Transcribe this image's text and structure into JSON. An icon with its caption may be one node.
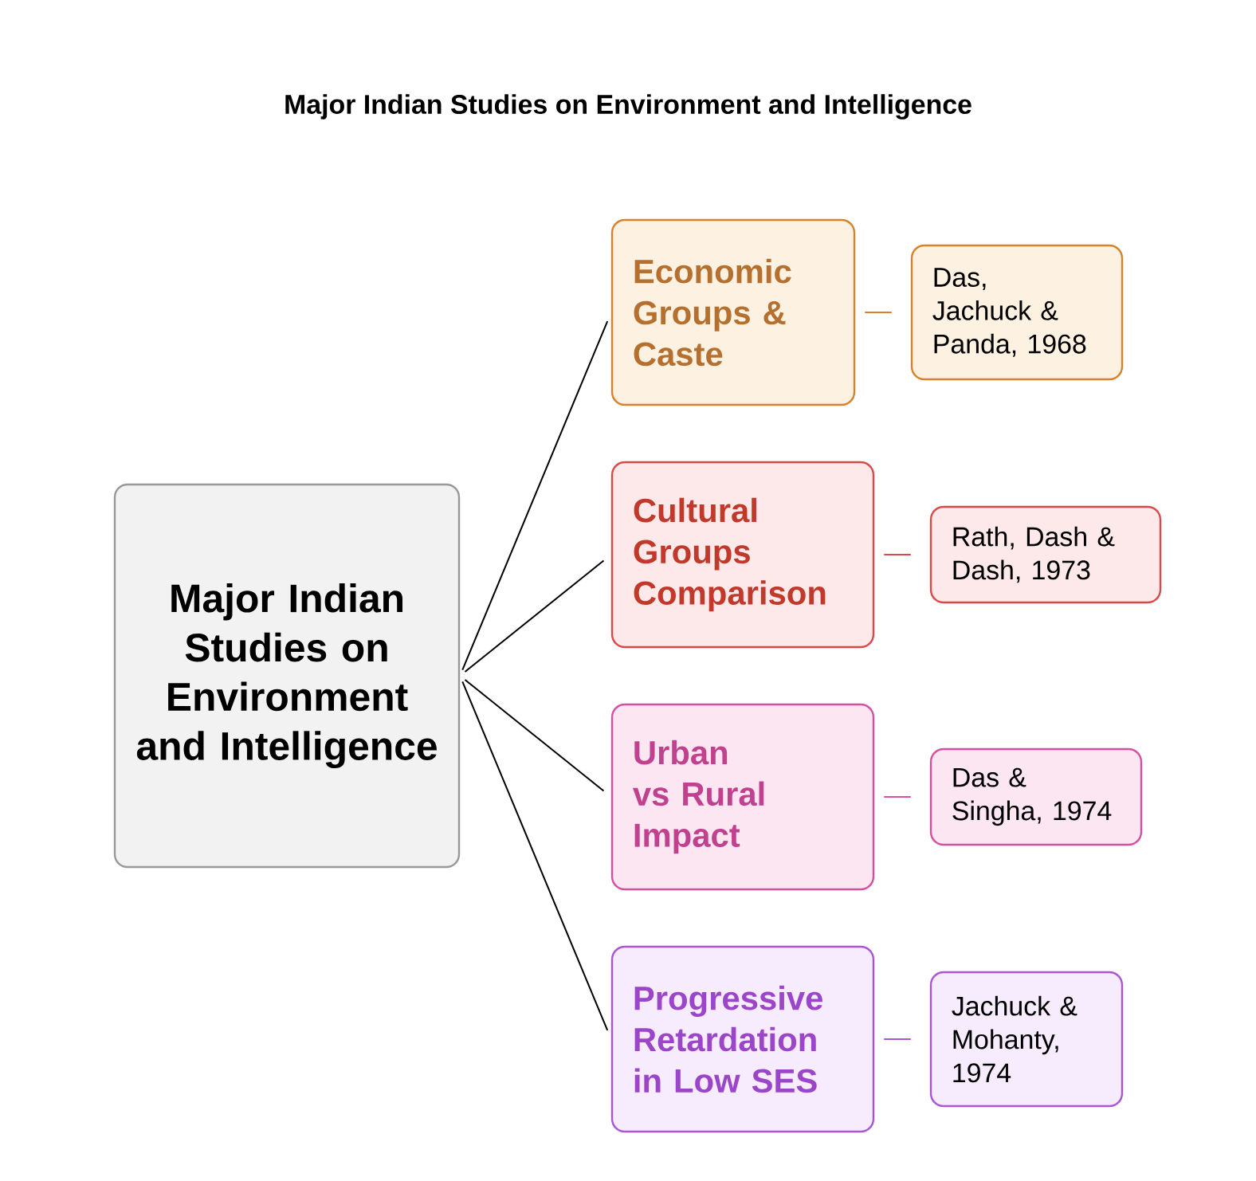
{
  "diagram": {
    "title": "Major Indian Studies on Environment and Intelligence",
    "nodes": [
      {
        "text": [
          "Major Indian Studies on Environment and Intelligence"
        ]
      },
      {
        "text": [
          "Economic Groups & Caste"
        ]
      },
      {
        "text": [
          "Das, Jachuck & Panda, 1968"
        ]
      },
      {
        "text": [
          "Cultural Groups Comparison"
        ]
      },
      {
        "text": [
          "Rath, Dash & Dash, 1973"
        ]
      },
      {
        "text": [
          "Urban vs Rural Impact"
        ]
      },
      {
        "text": [
          "Das & Singha, 1974"
        ]
      },
      {
        "text": [
          "Progressive Retardation in Low SES"
        ]
      },
      {
        "text": [
          "Jachuck & Mohanty, 1974"
        ]
      }
    ],
    "edges": [
      {
        "from": 0,
        "to": 1,
        "arrow": "none"
      },
      {
        "from": 0,
        "to": 3,
        "arrow": "none"
      },
      {
        "from": 0,
        "to": 5,
        "arrow": "none"
      },
      {
        "from": 0,
        "to": 7,
        "arrow": "none"
      },
      {
        "from": 1,
        "to": 2,
        "arrow": "none",
        "color": "#d9822b"
      },
      {
        "from": 3,
        "to": 4,
        "arrow": "none",
        "color": "#d94a4a"
      },
      {
        "from": 5,
        "to": 6,
        "arrow": "none",
        "color": "#d64fa0"
      },
      {
        "from": 7,
        "to": 8,
        "arrow": "none",
        "color": "#a855d6"
      }
    ]
  }
}
